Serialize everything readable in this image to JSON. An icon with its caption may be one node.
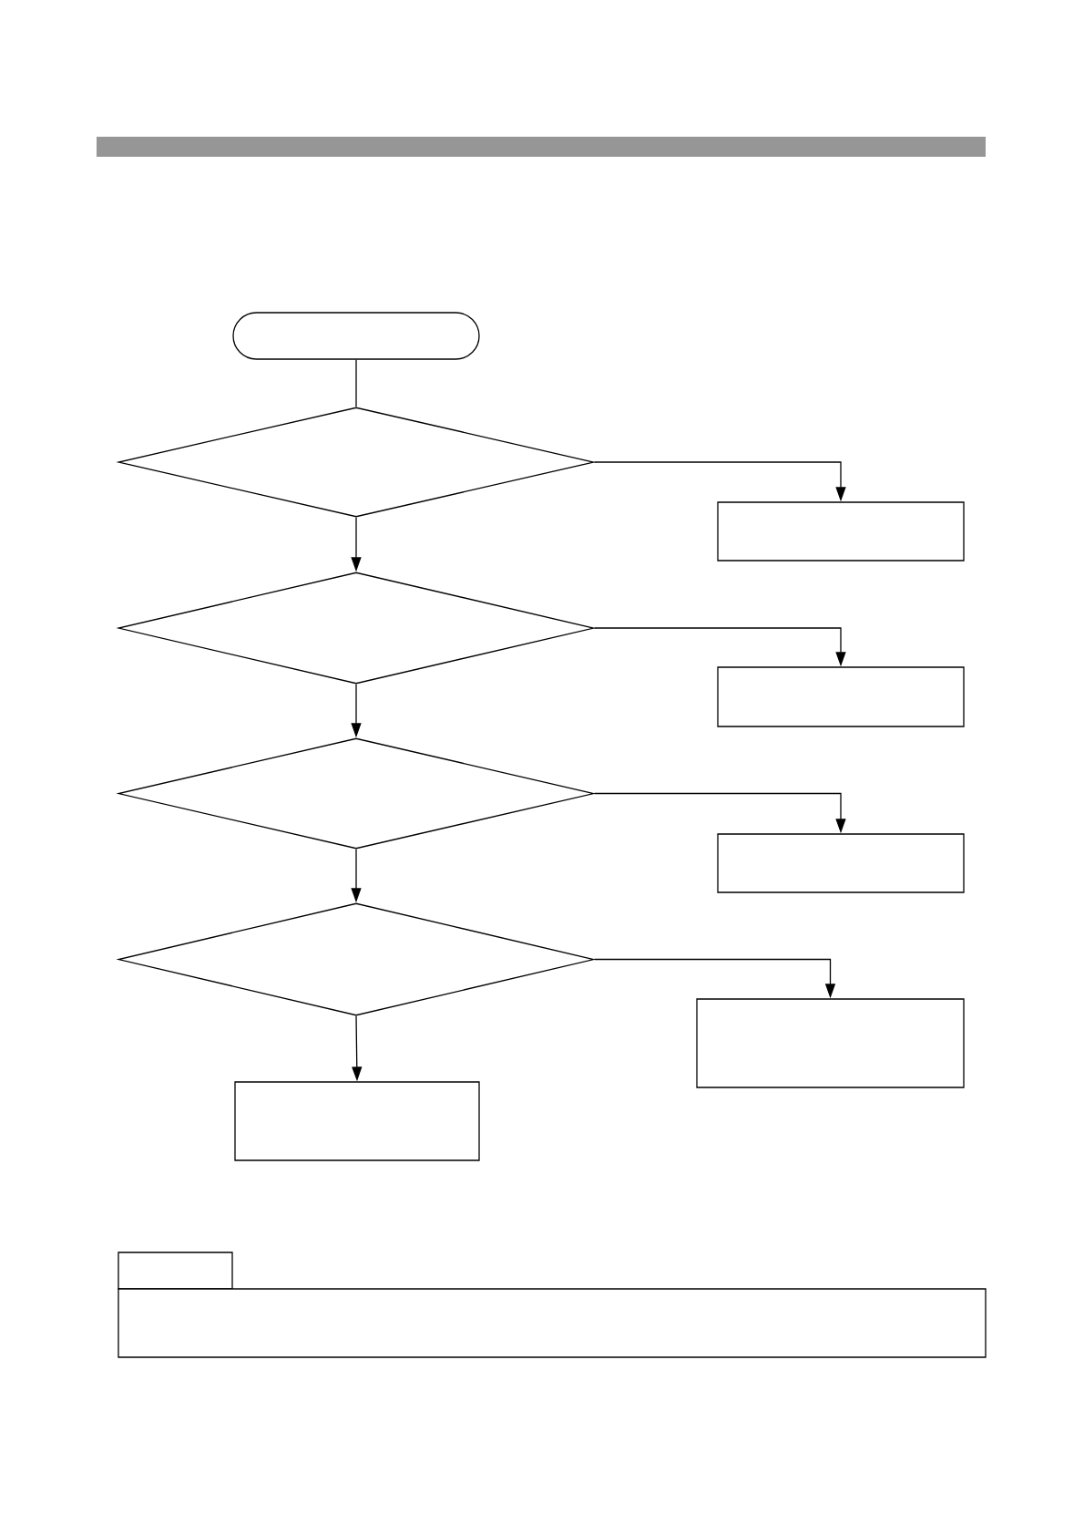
{
  "diagram": {
    "nodes": [
      {
        "text": [],
        "shape": "stadium"
      },
      {
        "text": [],
        "shape": "diamond"
      },
      {
        "text": [],
        "shape": "box"
      },
      {
        "text": [],
        "shape": "diamond"
      },
      {
        "text": [],
        "shape": "box"
      },
      {
        "text": [],
        "shape": "diamond"
      },
      {
        "text": [],
        "shape": "box"
      },
      {
        "text": [],
        "shape": "diamond"
      },
      {
        "text": [],
        "shape": "box"
      },
      {
        "text": [],
        "shape": "box"
      },
      {
        "text": [],
        "shape": "box"
      },
      {
        "text": [],
        "shape": "box"
      }
    ],
    "edges": [
      {
        "from": 0,
        "to": 1,
        "arrow": "none"
      },
      {
        "from": 1,
        "to": 2,
        "arrow": "to"
      },
      {
        "from": 1,
        "to": 3,
        "arrow": "to"
      },
      {
        "from": 3,
        "to": 4,
        "arrow": "to"
      },
      {
        "from": 3,
        "to": 5,
        "arrow": "to"
      },
      {
        "from": 5,
        "to": 6,
        "arrow": "to"
      },
      {
        "from": 5,
        "to": 7,
        "arrow": "to"
      },
      {
        "from": 7,
        "to": 8,
        "arrow": "to"
      },
      {
        "from": 7,
        "to": 9,
        "arrow": "to"
      }
    ]
  }
}
